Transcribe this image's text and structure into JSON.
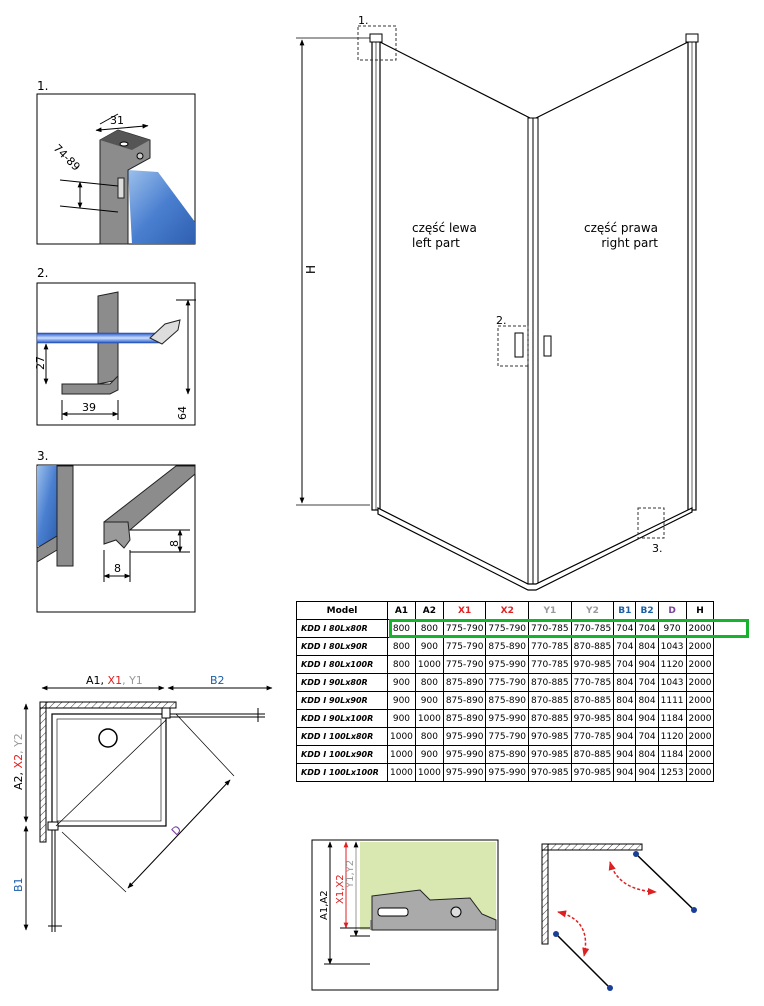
{
  "detail_labels": {
    "d1": "1.",
    "d2": "2.",
    "d3": "3."
  },
  "detail1": {
    "dim_top": "31",
    "dim_side": "74-89"
  },
  "detail2": {
    "dim_height": "27",
    "dim_width": "39",
    "dim_total": "64"
  },
  "detail3": {
    "dim_h": "8",
    "dim_w": "8"
  },
  "main": {
    "dim_h": "H",
    "left_part_pl": "część lewa",
    "left_part_en": "left part",
    "right_part_pl": "część prawa",
    "right_part_en": "right part",
    "callout_1": "1.",
    "callout_2": "2.",
    "callout_3": "3."
  },
  "plan": {
    "top_a": "A1, ",
    "top_x": "X1",
    "top_y": ", Y1",
    "top_b": "B2",
    "side_a": "A2, ",
    "side_x": "X2",
    "side_y": ", Y2",
    "side_b": "B1",
    "diag": "D"
  },
  "bottom": {
    "a_label": "A1,A2",
    "x_label": "X1,X2",
    "y_label": "Y1,Y2"
  },
  "colors": {
    "x": "#e02020",
    "y": "#999999",
    "b": "#1a5ea8",
    "d": "#7a3d9e",
    "highlight": "#17b32f",
    "glass": "#5b8fd6",
    "panel": "#d9e8b0"
  },
  "table": {
    "headers": [
      "Model",
      "A1",
      "A2",
      "X1",
      "X2",
      "Y1",
      "Y2",
      "B1",
      "B2",
      "D",
      "H"
    ],
    "rows": [
      [
        "KDD I 80Lx80R",
        "800",
        "800",
        "775-790",
        "775-790",
        "770-785",
        "770-785",
        "704",
        "704",
        "970",
        "2000"
      ],
      [
        "KDD I 80Lx90R",
        "800",
        "900",
        "775-790",
        "875-890",
        "770-785",
        "870-885",
        "704",
        "804",
        "1043",
        "2000"
      ],
      [
        "KDD I 80Lx100R",
        "800",
        "1000",
        "775-790",
        "975-990",
        "770-785",
        "970-985",
        "704",
        "904",
        "1120",
        "2000"
      ],
      [
        "KDD I 90Lx80R",
        "900",
        "800",
        "875-890",
        "775-790",
        "870-885",
        "770-785",
        "804",
        "704",
        "1043",
        "2000"
      ],
      [
        "KDD I 90Lx90R",
        "900",
        "900",
        "875-890",
        "875-890",
        "870-885",
        "870-885",
        "804",
        "804",
        "1111",
        "2000"
      ],
      [
        "KDD I 90Lx100R",
        "900",
        "1000",
        "875-890",
        "975-990",
        "870-885",
        "970-985",
        "804",
        "904",
        "1184",
        "2000"
      ],
      [
        "KDD I 100Lx80R",
        "1000",
        "800",
        "975-990",
        "775-790",
        "970-985",
        "770-785",
        "904",
        "704",
        "1120",
        "2000"
      ],
      [
        "KDD I 100Lx90R",
        "1000",
        "900",
        "975-990",
        "875-890",
        "970-985",
        "870-885",
        "904",
        "804",
        "1184",
        "2000"
      ],
      [
        "KDD I 100Lx100R",
        "1000",
        "1000",
        "975-990",
        "975-990",
        "970-985",
        "970-985",
        "904",
        "904",
        "1253",
        "2000"
      ]
    ]
  }
}
